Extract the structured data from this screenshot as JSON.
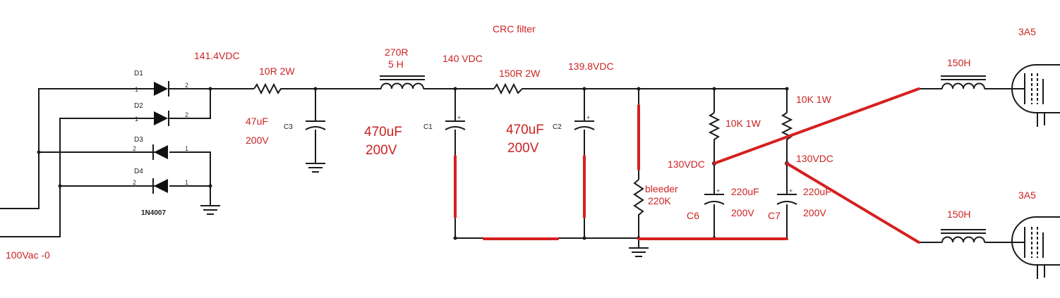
{
  "labels": {
    "crc_filter": "CRC filter",
    "v_rectified": "141.4VDC",
    "r1": "10R 2W",
    "c_in_value": "47uF",
    "c_in_voltage": "200V",
    "choke_r": "270R",
    "choke_l": "5 H",
    "v_after_choke": "140 VDC",
    "c1_value": "470uF",
    "c1_voltage": "200V",
    "r2": "150R 2W",
    "c2_value": "470uF",
    "c2_voltage": "200V",
    "v_filter_out": "139.8VDC",
    "r_left": "10K 1W",
    "r_right": "10K 1W",
    "v_tap_left": "130VDC",
    "v_tap_right": "130VDC",
    "bleeder_name": "bleeder",
    "bleeder_value": "220K",
    "c6_value": "220uF",
    "c6_voltage": "200V",
    "c7_value": "220uF",
    "c7_voltage": "200V",
    "c6_name": "C6",
    "c7_name": "C7",
    "choke_top": "150H",
    "choke_bottom": "150H",
    "tube_top": "3A5",
    "tube_bottom": "3A5",
    "ac_input": "100Vac -0"
  },
  "parts": {
    "d1": "D1",
    "d2": "D2",
    "d3": "D3",
    "d4": "D4",
    "diode_type": "1N4007",
    "c3": "C3",
    "c1": "C1",
    "c2": "C2",
    "pin_d1_a": "1",
    "pin_d1_k": "2",
    "pin_d2_a": "1",
    "pin_d2_k": "2",
    "pin_d3_k": "2",
    "pin_d3_a": "1",
    "pin_d4_k": "2",
    "pin_d4_a": "1",
    "plus": "+"
  },
  "colors": {
    "annotation": "#cc2222",
    "wire": "#1a1a1a",
    "overlay": "#d62020"
  }
}
